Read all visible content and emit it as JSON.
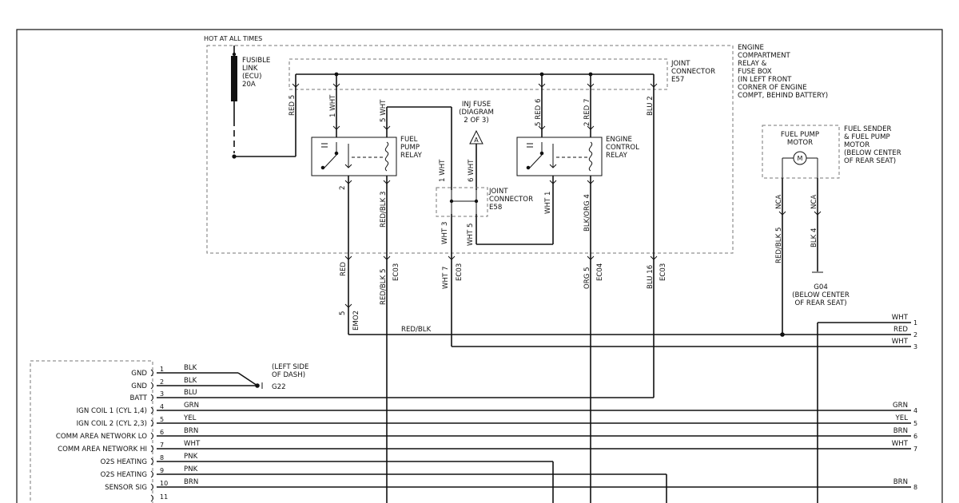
{
  "labels": {
    "hot": "HOT AT ALL TIMES",
    "fusible": [
      "FUSIBLE",
      "LINK",
      "(ECU)",
      "20A"
    ],
    "fusible_wire": "RED",
    "engine_box": [
      "ENGINE",
      "COMPARTMENT",
      "RELAY &",
      "FUSE BOX",
      "(IN LEFT FRONT",
      "CORNER OF ENGINE",
      "COMPT, BEHIND BATTERY)"
    ],
    "joint_e57": [
      "JOINT",
      "CONNECTOR",
      "E57"
    ],
    "inj_fuse": [
      "INJ FUSE",
      "(DIAGRAM",
      "2 OF 3)"
    ],
    "inj_symbol": "A",
    "fuel_pump_relay": [
      "FUEL",
      "PUMP",
      "RELAY"
    ],
    "ecr": [
      "ENGINE",
      "CONTROL",
      "RELAY"
    ],
    "joint_e58": [
      "JOINT",
      "CONNECTOR",
      "E58"
    ],
    "fp_motor": [
      "FUEL PUMP",
      "MOTOR"
    ],
    "motor_symbol": "M",
    "fuel_sender": [
      "FUEL SENDER",
      "& FUEL PUMP",
      "MOTOR",
      "(BELOW CENTER",
      "OF REAR SEAT)"
    ],
    "g04": [
      "G04",
      "(BELOW CENTER",
      "OF REAR SEAT)"
    ],
    "left_dash": [
      "(LEFT SIDE",
      "OF DASH)",
      "G22"
    ],
    "red_blk_bus": "RED/BLK"
  },
  "vertical_labels": {
    "top_red5": "RED 5",
    "top_wht1": "1 WHT",
    "top_5wht": "5 WHT",
    "top_red6": "5 RED 6",
    "top_red7": "2 RED 7",
    "top_blu2": "BLU 2",
    "relay_pin2": "2",
    "relay_redblk3": "RED/BLK 3",
    "e58_top1": "1 WHT",
    "e58_top6": "6 WHT",
    "e58_wht3": "WHT 3",
    "e58_wht5": "WHT 5",
    "ecr_wht1": "WHT 1",
    "ecr_blkorg4": "BLK/ORG 4",
    "b_red": "RED",
    "b_redblk5": "RED/BLK 5",
    "b_ec03a": "EC03",
    "b_wht7": "WHT 7",
    "b_ec03b": "EC03",
    "b_org5": "ORG 5",
    "b_ec04": "EC04",
    "b_blu16": "BLU 16",
    "b_ec03c": "EC03",
    "emo2": "EMO2",
    "emo2_pin": "5",
    "fs_nca1": "NCA",
    "fs_nca2": "NCA",
    "fs_redblk5": "RED/BLK 5",
    "fs_blk4": "BLK 4"
  },
  "ecm_pins": [
    {
      "num": "1",
      "name": "GND",
      "color": "BLK"
    },
    {
      "num": "2",
      "name": "GND",
      "color": "BLK"
    },
    {
      "num": "3",
      "name": "BATT",
      "color": "BLU"
    },
    {
      "num": "4",
      "name": "IGN COIL 1 (CYL 1,4)",
      "color": "GRN"
    },
    {
      "num": "5",
      "name": "IGN COIL 2 (CYL 2,3)",
      "color": "YEL"
    },
    {
      "num": "6",
      "name": "COMM AREA NETWORK LO",
      "color": "BRN"
    },
    {
      "num": "7",
      "name": "COMM AREA NETWORK HI",
      "color": "WHT"
    },
    {
      "num": "8",
      "name": "O2S HEATING",
      "color": "PNK"
    },
    {
      "num": "9",
      "name": "O2S HEATING",
      "color": "PNK"
    },
    {
      "num": "10",
      "name": "SENSOR SIG",
      "color": "BRN"
    },
    {
      "num": "11",
      "name": "",
      "color": ""
    }
  ],
  "right_pins": [
    {
      "num": "1",
      "color": "WHT"
    },
    {
      "num": "2",
      "color": "RED"
    },
    {
      "num": "3",
      "color": "WHT"
    },
    {
      "num": "4",
      "color": "GRN"
    },
    {
      "num": "5",
      "color": "YEL"
    },
    {
      "num": "6",
      "color": "BRN"
    },
    {
      "num": "7",
      "color": "WHT"
    },
    {
      "num": "8",
      "color": "BRN"
    }
  ]
}
